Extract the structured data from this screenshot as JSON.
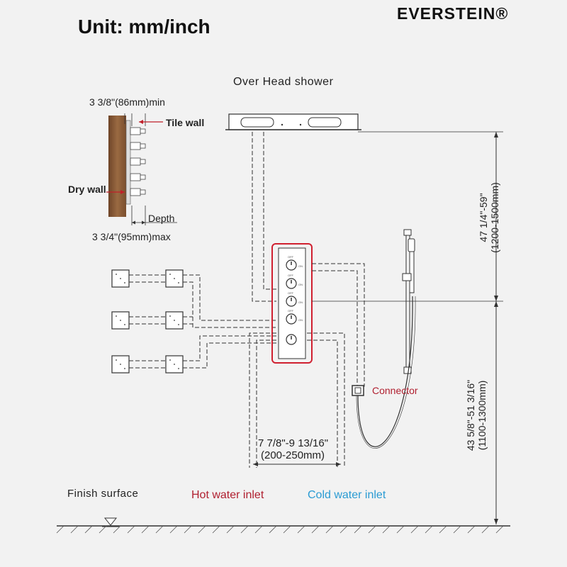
{
  "header": {
    "title": "Unit: mm/inch",
    "brand": "EVERSTEIN®"
  },
  "labels": {
    "overhead_shower": "Over Head shower",
    "min_depth": "3 3/8\"(86mm)min",
    "tile_wall": "Tile wall",
    "dry_wall": "Dry wall",
    "depth": "Depth",
    "max_depth": "3 3/4\"(95mm)max",
    "connector": "Connector",
    "inlet_spacing_in": "7 7/8\"-9 13/16\"",
    "inlet_spacing_mm": "(200-250mm)",
    "finish_surface": "Finish surface",
    "hot_inlet": "Hot water inlet",
    "cold_inlet": "Cold water inlet",
    "upper_height_in": "47 1/4\"-59\"",
    "upper_height_mm": "(1200-1500mm)",
    "lower_height_in": "43 5/8\"-51  3/16\"",
    "lower_height_mm": "(1100-1300mm)"
  },
  "colors": {
    "highlight": "#d02030",
    "hot": "#b02030",
    "cold": "#2a9bd3",
    "wood": "#8a5a36"
  }
}
